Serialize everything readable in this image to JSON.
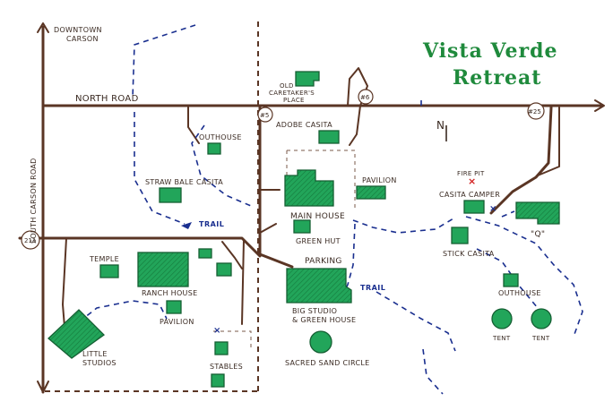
{
  "title_line1": "Vista Verde",
  "title_line2": "Retreat",
  "roads": {
    "downtown": "DOWNTOWN CARSON",
    "north_road": "NORTH ROAD",
    "south_carson": "SOUTH CARSON ROAD"
  },
  "signs": {
    "s211": "211",
    "s5": "#5",
    "s6": "#6",
    "s25": "#25"
  },
  "compass": "N",
  "trail_label": "TRAIL",
  "places": {
    "old_caretaker_1": "OLD",
    "old_caretaker_2": "CARETAKER'S",
    "old_caretaker_3": "PLACE",
    "adobe": "ADOBE CASITA",
    "outhouse_w": "OUTHOUSE",
    "straw_bale": "STRAW BALE CASITA",
    "pavilion_n": "PAVILION",
    "main_house": "MAIN HOUSE",
    "green_hut": "GREEN HUT",
    "parking": "PARKING",
    "fire_pit": "FIRE PIT",
    "casita_camper": "CASITA CAMPER",
    "stick_casita": "STICK CASITA",
    "q_house": "\"Q\"",
    "outhouse_e": "OUTHOUSE",
    "tent1": "TENT",
    "tent2": "TENT",
    "temple": "TEMPLE",
    "ranch_house": "RANCH HOUSE",
    "pavilion_s": "PAVILION",
    "big_studio_1": "BIG STUDIO",
    "big_studio_2": "& GREEN HOUSE",
    "sacred": "SACRED SAND CIRCLE",
    "little_studios_1": "LITTLE",
    "little_studios_2": "STUDIOS",
    "stables": "STABLES"
  },
  "colors": {
    "building": "#22a55a",
    "road": "#5a3524",
    "trail": "#1a2f8f",
    "title": "#1f8a3c",
    "fire_pit": "#d21f1f"
  }
}
